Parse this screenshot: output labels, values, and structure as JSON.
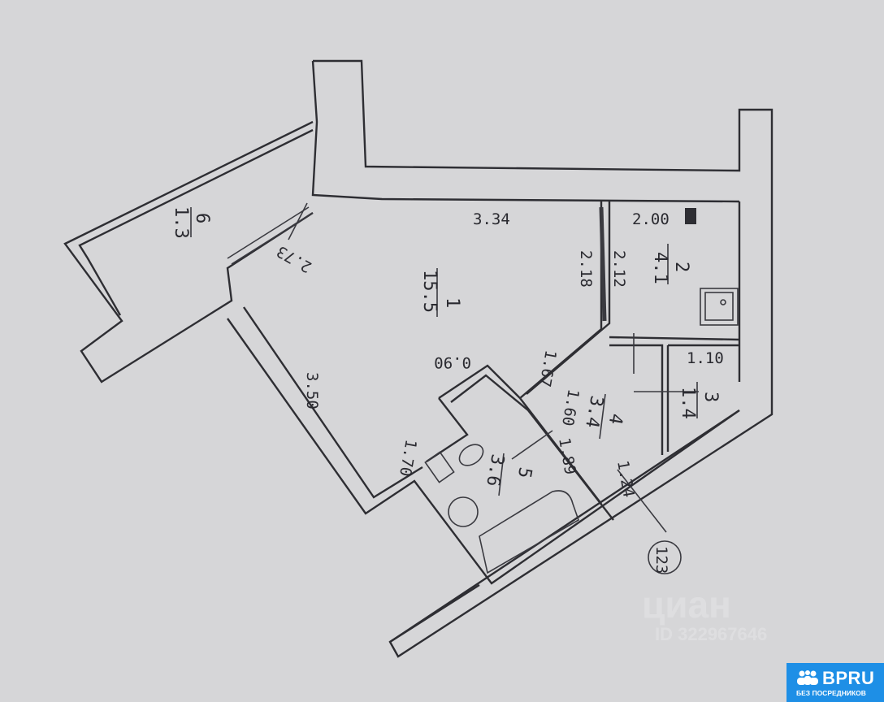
{
  "plan": {
    "rooms": [
      {
        "number": "1",
        "area": "15.5"
      },
      {
        "number": "2",
        "area": "4.1"
      },
      {
        "number": "3",
        "area": "1.4"
      },
      {
        "number": "4",
        "area": "3.4"
      },
      {
        "number": "5",
        "area": "3.6"
      },
      {
        "number": "6",
        "area": "1.3"
      }
    ],
    "dimensions": {
      "d334": "3.34",
      "d200": "2.00",
      "d273": "2.73",
      "d218": "2.18",
      "d212": "2.12",
      "d350": "3.50",
      "d090": "0.90",
      "d167": "1.67",
      "d160": "1.60",
      "d110": "1.10",
      "d170": "1.70",
      "d189": "1.89",
      "d124": "1.24"
    },
    "marker": "123"
  },
  "watermark": {
    "brand": "циан",
    "id": "ID 322967646"
  },
  "logo": {
    "name": "BPRU",
    "tagline": "БЕЗ ПОСРЕДНИКОВ",
    "color": "#1e8fe6"
  }
}
